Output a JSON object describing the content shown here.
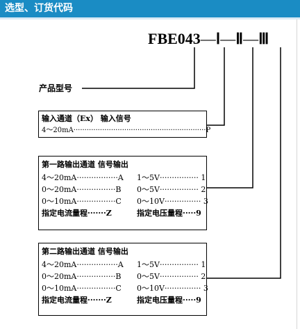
{
  "header": {
    "title": "选型、订货代码"
  },
  "model": {
    "base": "FBE043",
    "sep": "—",
    "p1": "Ⅰ",
    "p2": "Ⅱ",
    "p3": "Ⅲ"
  },
  "model_label": "产品型号",
  "box1": {
    "heading": "输入通道（Ex）  输入信号",
    "row": "4～20mA····························································P"
  },
  "box2": {
    "heading": "第一路输出通道   信号输出",
    "rows": [
      {
        "left": "4～20mA·················A",
        "right": "1～5V················ 1"
      },
      {
        "left": "0～20mA················B",
        "right": "0～5V················ 2"
      },
      {
        "left": "0～10mA················C",
        "right": "0～10V··············· 3"
      },
      {
        "left": "指定电流量程·······Z",
        "right": "指定电压量程·····9"
      }
    ]
  },
  "box3": {
    "heading": "第二路输出通道   信号输出",
    "rows": [
      {
        "left": "4～20mA·················A",
        "right": "1～5V················ 1"
      },
      {
        "left": "0～20mA················B",
        "right": "0～5V················ 2"
      },
      {
        "left": "0～10mA················C",
        "right": "0～10V··············· 3"
      },
      {
        "left": "指定电流量程·······Z",
        "right": "指定电压量程·····9"
      }
    ]
  }
}
